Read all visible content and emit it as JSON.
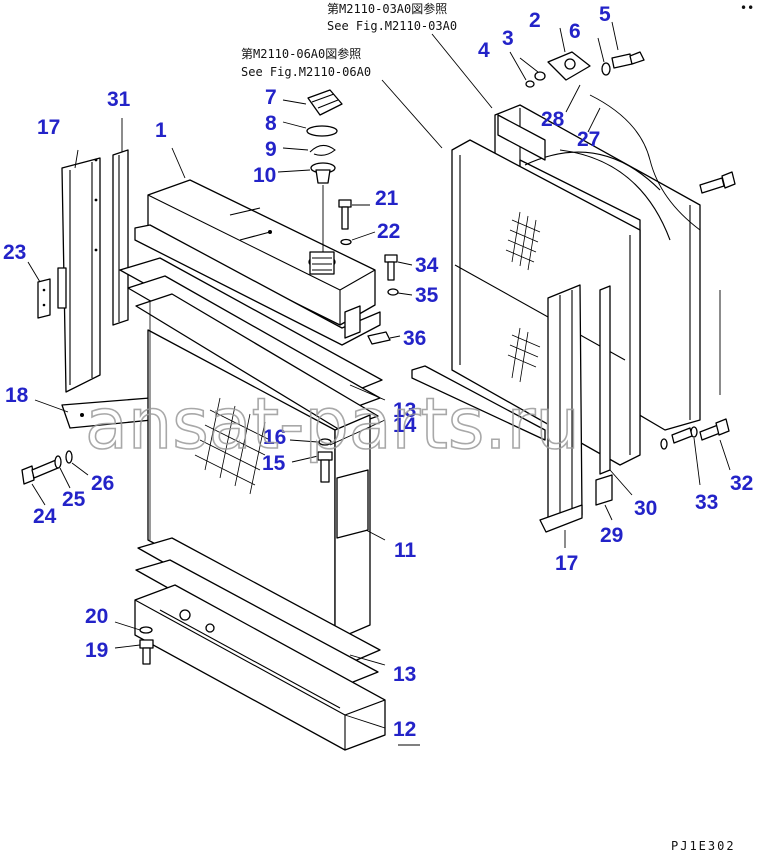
{
  "references": {
    "ref_a_jp": "第M2110-03A0図参照",
    "ref_a_en": "See Fig.M2110-03A0",
    "ref_b_jp": "第M2110-06A0図参照",
    "ref_b_en": "See Fig.M2110-06A0"
  },
  "watermark": "ansat-parts.ru",
  "figure_code": "PJ1E302",
  "callouts": [
    {
      "id": "c1",
      "label": "1"
    },
    {
      "id": "c2",
      "label": "2"
    },
    {
      "id": "c3",
      "label": "3"
    },
    {
      "id": "c4",
      "label": "4"
    },
    {
      "id": "c5",
      "label": "5"
    },
    {
      "id": "c6",
      "label": "6"
    },
    {
      "id": "c7",
      "label": "7"
    },
    {
      "id": "c8",
      "label": "8"
    },
    {
      "id": "c9",
      "label": "9"
    },
    {
      "id": "c10",
      "label": "10"
    },
    {
      "id": "c11",
      "label": "11"
    },
    {
      "id": "c12",
      "label": "12"
    },
    {
      "id": "c13a",
      "label": "13"
    },
    {
      "id": "c13b",
      "label": "13"
    },
    {
      "id": "c14",
      "label": "14"
    },
    {
      "id": "c15",
      "label": "15"
    },
    {
      "id": "c16",
      "label": "16"
    },
    {
      "id": "c17a",
      "label": "17"
    },
    {
      "id": "c17b",
      "label": "17"
    },
    {
      "id": "c18",
      "label": "18"
    },
    {
      "id": "c19",
      "label": "19"
    },
    {
      "id": "c20",
      "label": "20"
    },
    {
      "id": "c21",
      "label": "21"
    },
    {
      "id": "c22",
      "label": "22"
    },
    {
      "id": "c23",
      "label": "23"
    },
    {
      "id": "c24",
      "label": "24"
    },
    {
      "id": "c25",
      "label": "25"
    },
    {
      "id": "c26",
      "label": "26"
    },
    {
      "id": "c27",
      "label": "27"
    },
    {
      "id": "c28",
      "label": "28"
    },
    {
      "id": "c29",
      "label": "29"
    },
    {
      "id": "c30",
      "label": "30"
    },
    {
      "id": "c31",
      "label": "31"
    },
    {
      "id": "c32",
      "label": "32"
    },
    {
      "id": "c33",
      "label": "33"
    },
    {
      "id": "c34",
      "label": "34"
    },
    {
      "id": "c35",
      "label": "35"
    },
    {
      "id": "c36",
      "label": "36"
    }
  ],
  "colors": {
    "callout": "#2323c8",
    "line": "#000000",
    "watermark": "#9a9a9a",
    "background": "#ffffff"
  }
}
